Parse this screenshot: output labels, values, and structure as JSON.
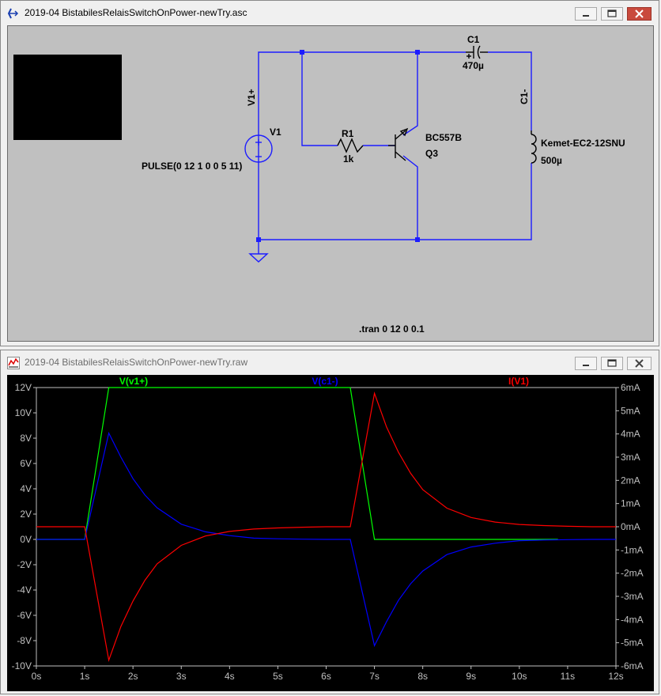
{
  "schematic_window": {
    "title": "2019-04 BistabilesRelaisSwitchOnPower-newTry.asc",
    "components": {
      "v1": {
        "name": "V1",
        "value": "PULSE(0 12 1 0 0 5 11)"
      },
      "r1": {
        "name": "R1",
        "value": "1k"
      },
      "q3": {
        "name": "Q3",
        "model": "BC557B"
      },
      "c1": {
        "name": "C1",
        "value": "470µ"
      },
      "relay": {
        "name": "Kemet-EC2-12SNU",
        "value": "500µ"
      }
    },
    "net_labels": {
      "v1_plus": "V1+",
      "c1_minus": "C1-"
    },
    "directive": ".tran 0 12 0 0.1"
  },
  "waveform_window": {
    "title": "2019-04 BistabilesRelaisSwitchOnPower-newTry.raw",
    "traces": [
      {
        "name": "V(v1+)",
        "color": "#00ff00"
      },
      {
        "name": "V(c1-)",
        "color": "#0000ff"
      },
      {
        "name": "I(V1)",
        "color": "#ff0000"
      }
    ],
    "left_axis_ticks": [
      "12V",
      "10V",
      "8V",
      "6V",
      "4V",
      "2V",
      "0V",
      "-2V",
      "-4V",
      "-6V",
      "-8V",
      "-10V"
    ],
    "right_axis_ticks": [
      "6mA",
      "5mA",
      "4mA",
      "3mA",
      "2mA",
      "1mA",
      "0mA",
      "-1mA",
      "-2mA",
      "-3mA",
      "-4mA",
      "-5mA",
      "-6mA"
    ],
    "x_axis_ticks": [
      "0s",
      "1s",
      "2s",
      "3s",
      "4s",
      "5s",
      "6s",
      "7s",
      "8s",
      "9s",
      "10s",
      "11s",
      "12s"
    ]
  },
  "chart_data": {
    "type": "line",
    "xlabel": "",
    "x_range": [
      0,
      12
    ],
    "y_left_range": [
      -10,
      12
    ],
    "y_right_range": [
      -6,
      6
    ],
    "grid": false,
    "legend": "top",
    "series": [
      {
        "name": "V(v1+)",
        "axis": "left",
        "x": [
          0,
          1,
          1.5,
          6.5,
          7,
          10.8
        ],
        "y": [
          0,
          0,
          12,
          12,
          0,
          0
        ]
      },
      {
        "name": "V(c1-)",
        "axis": "left",
        "x": [
          0,
          1,
          1.5,
          1.75,
          2,
          2.25,
          2.5,
          3,
          3.5,
          4,
          4.5,
          5,
          5.5,
          6,
          6.5,
          7,
          7.25,
          7.5,
          7.75,
          8,
          8.5,
          9,
          9.5,
          10,
          10.5,
          11,
          11.5,
          12
        ],
        "y": [
          0,
          0,
          8.4,
          6.5,
          4.8,
          3.5,
          2.5,
          1.2,
          0.6,
          0.3,
          0.1,
          0.05,
          0.02,
          0,
          0,
          -8.4,
          -6.5,
          -4.8,
          -3.5,
          -2.5,
          -1.2,
          -0.6,
          -0.3,
          -0.1,
          -0.05,
          -0.02,
          0,
          0
        ]
      },
      {
        "name": "I(V1)",
        "axis": "right",
        "x": [
          0,
          1,
          1.5,
          1.75,
          2,
          2.25,
          2.5,
          3,
          3.5,
          4,
          4.5,
          5,
          5.5,
          6,
          6.5,
          7,
          7.25,
          7.5,
          7.75,
          8,
          8.5,
          9,
          9.5,
          10,
          10.5,
          11,
          11.5,
          12
        ],
        "y": [
          0,
          0,
          -5.75,
          -4.3,
          -3.2,
          -2.3,
          -1.6,
          -0.8,
          -0.4,
          -0.2,
          -0.1,
          -0.05,
          -0.02,
          0,
          0,
          5.75,
          4.3,
          3.2,
          2.3,
          1.6,
          0.8,
          0.4,
          0.2,
          0.1,
          0.05,
          0.02,
          0,
          0
        ]
      }
    ]
  }
}
